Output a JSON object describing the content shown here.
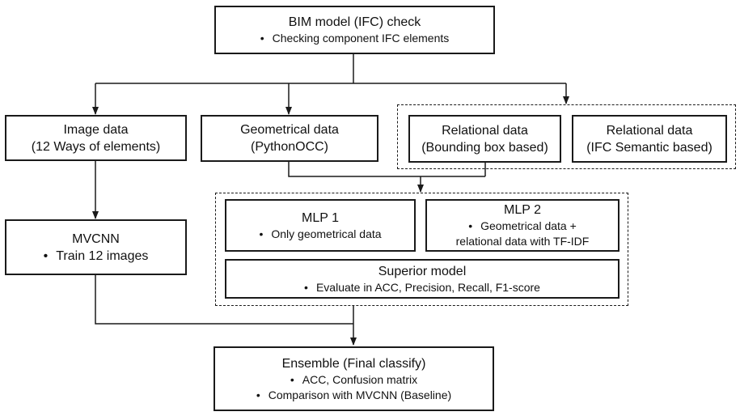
{
  "nodes": {
    "bim": {
      "title": "BIM model (IFC) check",
      "bullets": [
        "Checking component IFC elements"
      ]
    },
    "image_data": {
      "lines": [
        "Image data",
        "(12 Ways of elements)"
      ]
    },
    "geometrical_data": {
      "lines": [
        "Geometrical data",
        "(PythonOCC)"
      ]
    },
    "relational_bbox": {
      "lines": [
        "Relational data",
        "(Bounding box based)"
      ]
    },
    "relational_semantic": {
      "lines": [
        "Relational data",
        "(IFC Semantic based)"
      ]
    },
    "mvcnn": {
      "title": "MVCNN",
      "bullets": [
        "Train 12 images"
      ]
    },
    "mlp1": {
      "title": "MLP 1",
      "bullets": [
        "Only geometrical data"
      ]
    },
    "mlp2": {
      "title": "MLP 2",
      "bullets": [
        "Geometrical data +"
      ],
      "continuation": "relational data with TF-IDF"
    },
    "superior": {
      "title": "Superior model",
      "bullets": [
        "Evaluate in ACC, Precision, Recall, F1-score"
      ]
    },
    "ensemble": {
      "title": "Ensemble (Final classify)",
      "bullets": [
        "ACC, Confusion matrix",
        "Comparison with MVCNN (Baseline)"
      ]
    }
  },
  "colors": {
    "stroke": "#1a1a1a",
    "background": "#ffffff"
  }
}
